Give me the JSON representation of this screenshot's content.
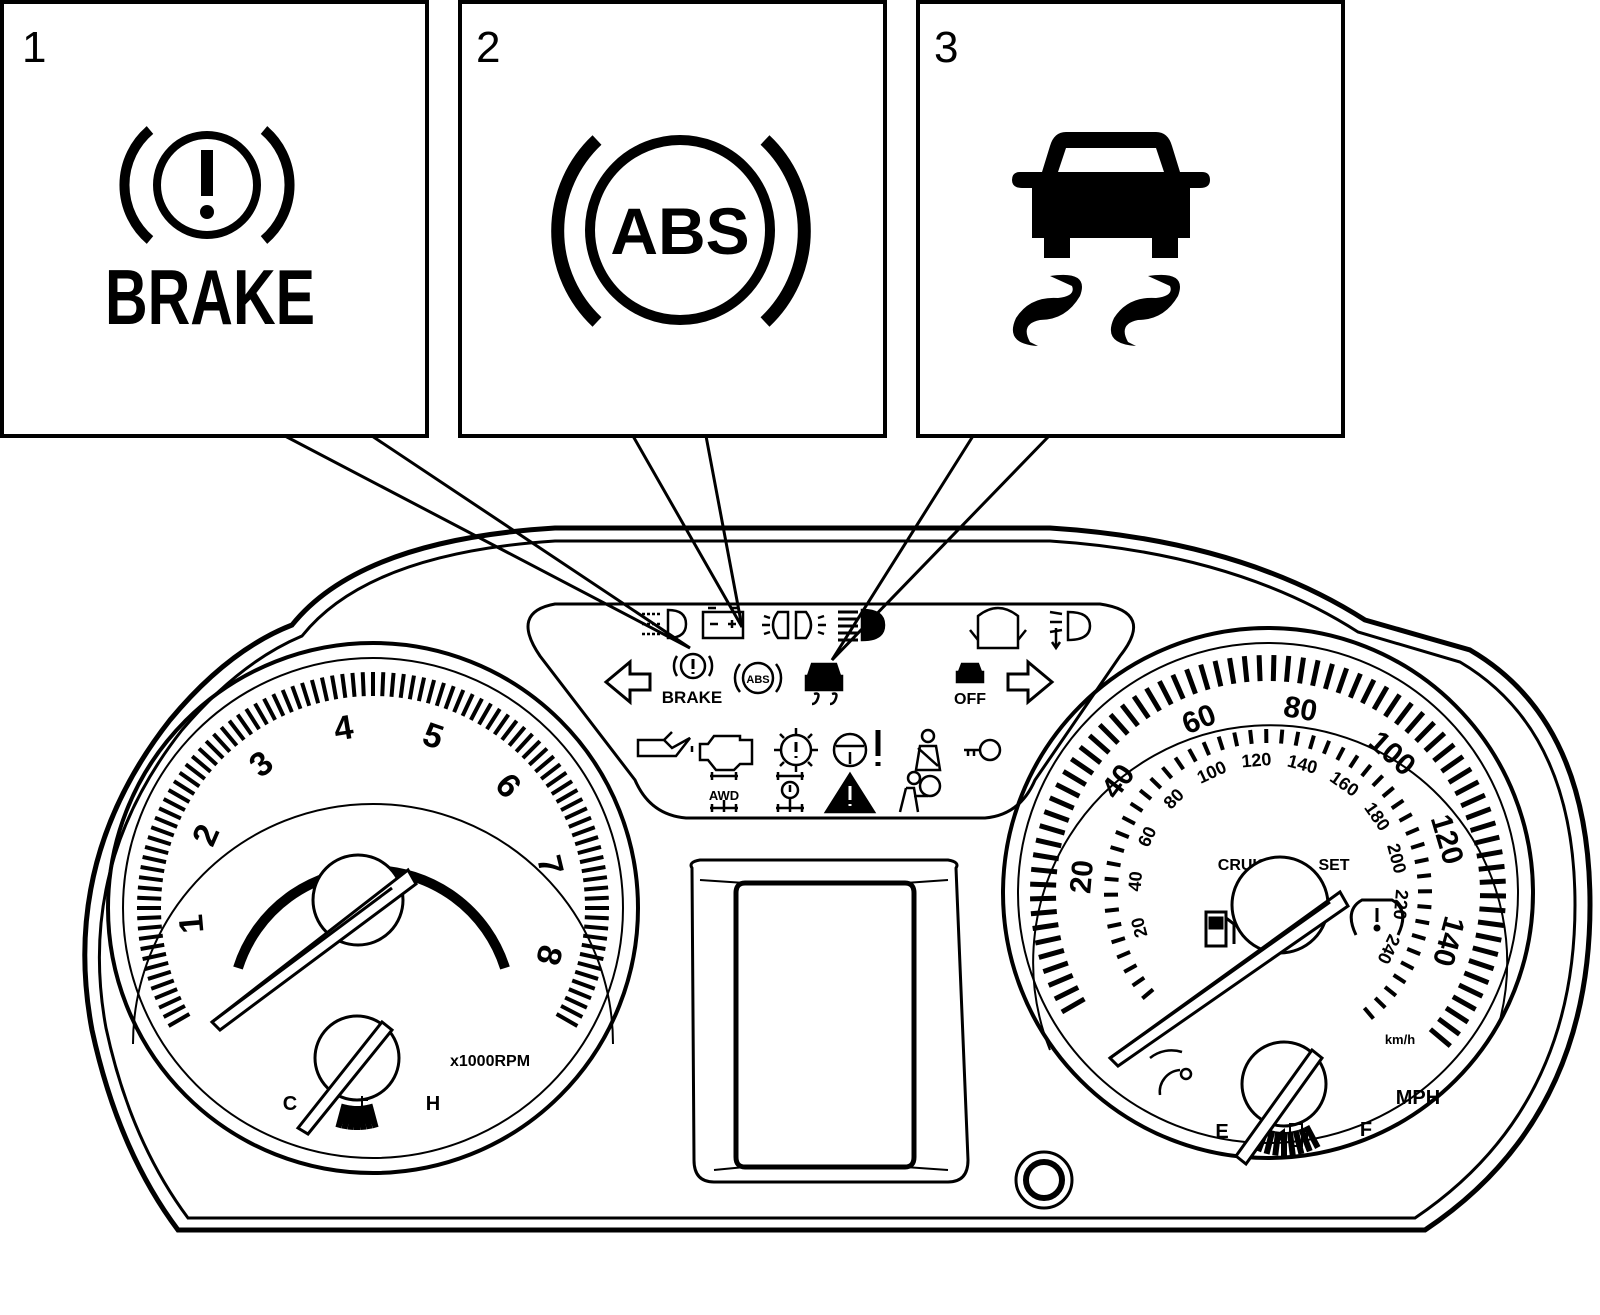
{
  "callouts": [
    {
      "number": "1",
      "icon": "brake-warning-icon",
      "label": "BRAKE"
    },
    {
      "number": "2",
      "icon": "abs-warning-icon",
      "label": "ABS"
    },
    {
      "number": "3",
      "icon": "traction-control-icon",
      "label": ""
    }
  ],
  "cluster": {
    "tachometer": {
      "ticks": [
        "1",
        "2",
        "3",
        "4",
        "5",
        "6",
        "7",
        "8"
      ],
      "unit": "x1000RPM",
      "temp_cold": "C",
      "temp_hot": "H"
    },
    "speedometer": {
      "mph_ticks": [
        "20",
        "40",
        "60",
        "80",
        "100",
        "120",
        "140"
      ],
      "kmh_ticks": [
        "20",
        "40",
        "60",
        "80",
        "100",
        "120",
        "140",
        "160",
        "180",
        "200",
        "220",
        "240"
      ],
      "unit_mph": "MPH",
      "unit_kmh": "km/h",
      "cruise_label": "CRUISE",
      "set_label": "SET",
      "fuel_empty": "E",
      "fuel_full": "F"
    },
    "indicators": {
      "brake_small": "BRAKE",
      "abs_small": "ABS",
      "traction_off": "OFF",
      "awd": "AWD"
    }
  },
  "colors": {
    "ink": "#000000",
    "paper": "#ffffff"
  }
}
